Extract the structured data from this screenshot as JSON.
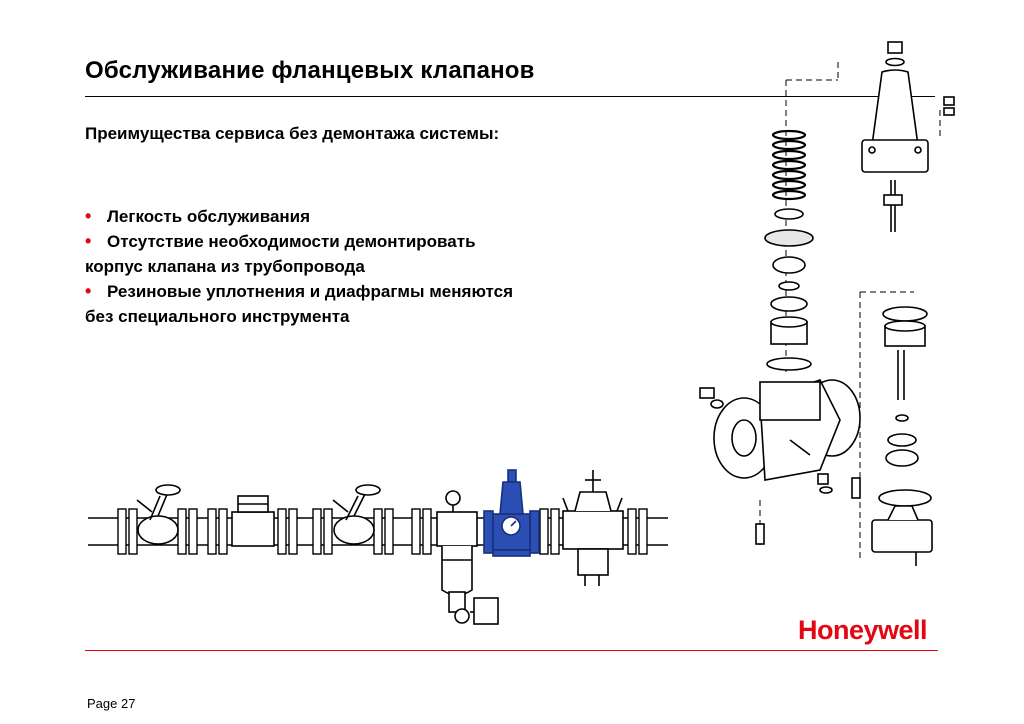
{
  "slide": {
    "title": "Обслуживание фланцевых клапанов",
    "subtitle": "Преимущества сервиса без демонтажа системы:",
    "bullets": [
      {
        "lines": [
          "Легкость обслуживания"
        ]
      },
      {
        "lines": [
          "Отсутствие необходимости демонтировать",
          "корпус клапана из трубопровода"
        ]
      },
      {
        "lines": [
          "Резиновые уплотнения и диафрагмы меняются",
          "без специального инструмента"
        ]
      }
    ],
    "bullet_symbol": "•",
    "logo": "Honeywell",
    "page_label": "Page 27"
  },
  "colors": {
    "brand_red": "#e30613",
    "valve_blue": "#2b4fb5",
    "line": "#000000"
  },
  "icons": [
    "pipeline-diagram",
    "exploded-valve-diagram"
  ]
}
